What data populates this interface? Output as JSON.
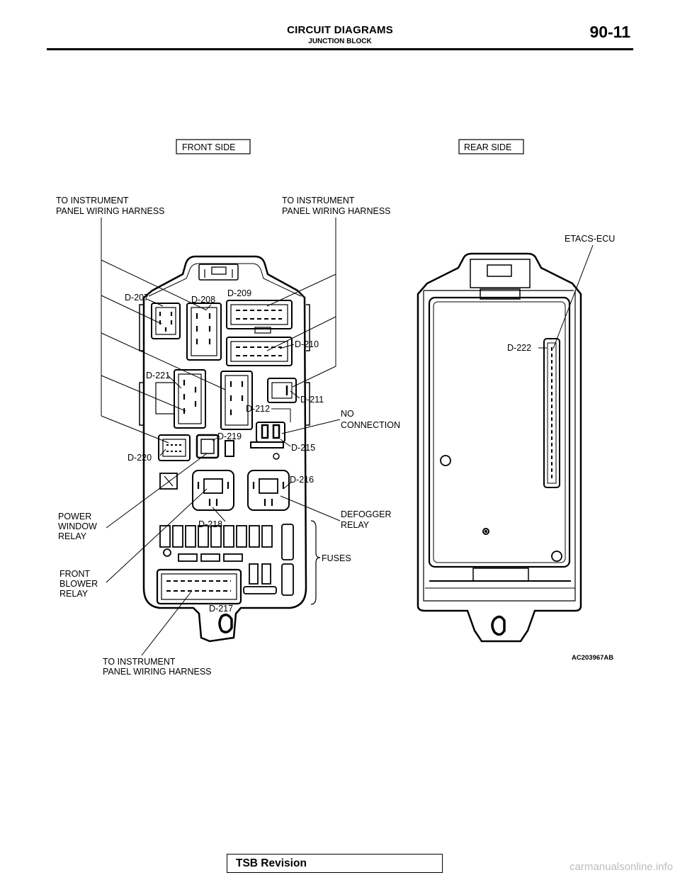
{
  "header": {
    "title": "CIRCUIT DIAGRAMS",
    "subtitle": "JUNCTION BLOCK",
    "page": "90-11"
  },
  "views": {
    "front": "FRONT SIDE",
    "rear": "REAR SIDE"
  },
  "labels": {
    "harness_top_left": [
      "TO INSTRUMENT",
      "PANEL WIRING HARNESS"
    ],
    "harness_top_right": [
      "TO INSTRUMENT",
      "PANEL WIRING HARNESS"
    ],
    "harness_bottom": [
      "TO INSTRUMENT",
      "PANEL WIRING HARNESS"
    ],
    "etacs": "ETACS-ECU",
    "no_connection": [
      "NO",
      "CONNECTION"
    ],
    "power_window": [
      "POWER",
      "WINDOW",
      "RELAY"
    ],
    "front_blower": [
      "FRONT",
      "BLOWER",
      "RELAY"
    ],
    "defogger": [
      "DEFOGGER",
      "RELAY"
    ],
    "fuses": "FUSES",
    "code": "AC203967AB"
  },
  "connectors": {
    "d207": "D-207",
    "d208": "D-208",
    "d209": "D-209",
    "d210": "D-210",
    "d211": "D-211",
    "d212": "D-212",
    "d215": "D-215",
    "d216": "D-216",
    "d217": "D-217",
    "d218": "D-218",
    "d219": "D-219",
    "d220": "D-220",
    "d221": "D-221",
    "d222": "D-222"
  },
  "footer": {
    "label": "TSB Revision",
    "watermark": "carmanualsonline.info"
  }
}
